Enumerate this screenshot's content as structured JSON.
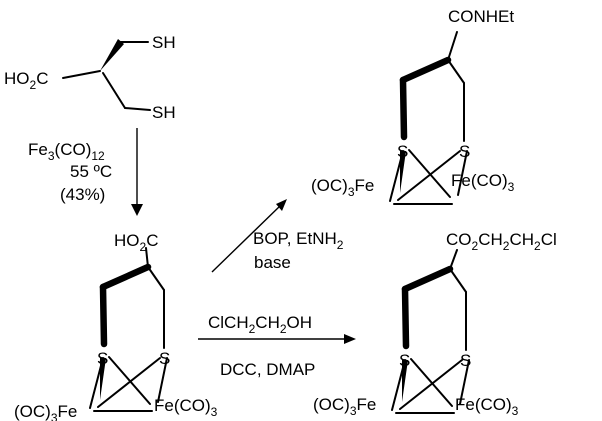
{
  "starting_material": {
    "sh_top": "SH",
    "sh_bottom": "SH",
    "acid": "HO2C"
  },
  "step1": {
    "reagent": "Fe3(CO)12",
    "temperature": "55 ºC",
    "yield": "(43%)"
  },
  "complex_acid": {
    "substituent": "HO2C",
    "s_left": "S",
    "s_right": "S",
    "fe_left": "(OC)3Fe",
    "fe_right": "Fe(CO)3"
  },
  "amide_route": {
    "reagent": "BOP, EtNH2",
    "reagent_2": "base"
  },
  "complex_amide": {
    "substituent": "CONHEt",
    "s_left": "S",
    "s_right": "S",
    "fe_left": "(OC)3Fe",
    "fe_right": "Fe(CO)3"
  },
  "ester_route": {
    "reagent_top": "ClCH2CH2OH",
    "reagent_bottom": "DCC, DMAP"
  },
  "complex_ester": {
    "substituent": "CO2CH2CH2Cl",
    "s_left": "S",
    "s_right": "S",
    "fe_left": "(OC)3Fe",
    "fe_right": "Fe(CO)3"
  }
}
